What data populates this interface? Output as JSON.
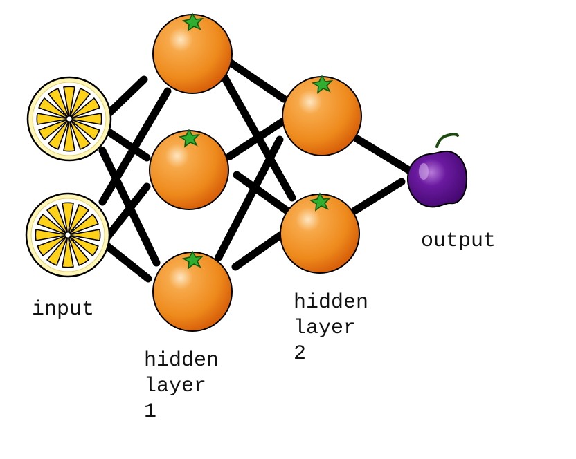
{
  "labels": {
    "input": "input",
    "hidden1": [
      "hidden",
      "layer",
      "1"
    ],
    "hidden2": [
      "hidden",
      "layer",
      "2"
    ],
    "output": "output"
  },
  "icons": {
    "input_nodes": "lemon-slice-icon",
    "hidden_nodes": "orange-icon",
    "output_node": "plum-icon"
  },
  "colors": {
    "edge": "#000000",
    "lemon_fill": "#ffd21a",
    "lemon_rind": "#fff6b8",
    "orange_fill": "#f08c1e",
    "orange_leaf": "#2aa52a",
    "plum_fill": "#5a0d8c"
  }
}
